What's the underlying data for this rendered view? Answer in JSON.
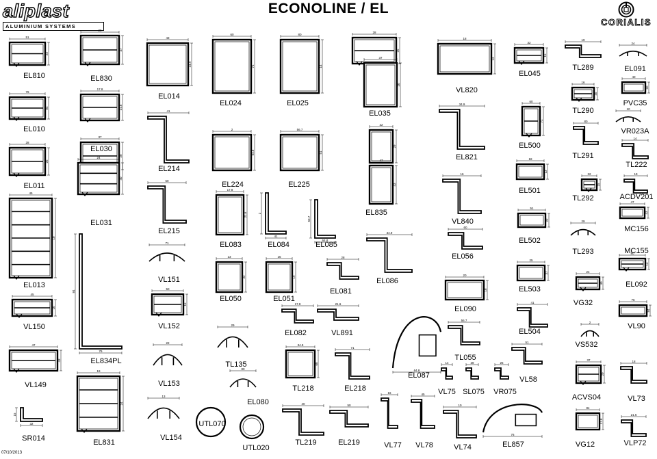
{
  "header": {
    "brand_left": "aliplast",
    "brand_left_sub": "ALUMINIUM SYSTEMS",
    "title": "ECONOLINE / EL",
    "brand_right": "CORIALIS"
  },
  "footer": {
    "date": "07/10/2013"
  },
  "parts": [
    "EL810",
    "EL830",
    "EL014",
    "EL024",
    "EL025",
    "EL035",
    "VL820",
    "EL045",
    "TL289",
    "EL091",
    "PVC35",
    "TL290",
    "VR023A",
    "EL010",
    "EL030",
    "EL214",
    "EL224",
    "EL225",
    "EL821",
    "EL500",
    "TL291",
    "TL222",
    "EL011",
    "EL501",
    "TL292",
    "ACDV201",
    "EL031",
    "EL215",
    "EL835",
    "VL840",
    "MC156",
    "EL083",
    "EL084",
    "EL085",
    "EL502",
    "TL293",
    "MC155",
    "EL056",
    "EL013",
    "VL151",
    "EL081",
    "EL086",
    "EL503",
    "EL092",
    "EL050",
    "EL051",
    "VG32",
    "EL090",
    "VL150",
    "VL152",
    "EL082",
    "VL891",
    "EL504",
    "VL90",
    "VS532",
    "TL055",
    "EL834PL",
    "TL135",
    "EL087",
    "VL149",
    "EL218",
    "TL218",
    "VL153",
    "VL75",
    "SL075",
    "VR075",
    "VL58",
    "ACVS04",
    "VL73",
    "EL080",
    "UTL070",
    "SR014",
    "EL831",
    "VL154",
    "UTL020",
    "TL219",
    "EL219",
    "VL77",
    "VL78",
    "VL74",
    "EL857",
    "VG12",
    "VLP72"
  ],
  "dimension_values": [
    "51",
    "22",
    "29",
    "47",
    "43",
    "34.9",
    "60",
    "71",
    "80",
    "14",
    "28",
    "25",
    "37",
    "20",
    "18",
    "13",
    "32",
    "15",
    "19",
    "24",
    "40",
    "50",
    "16",
    "45",
    "10",
    "76",
    "84",
    "17.8",
    "21.6",
    "41",
    "2",
    "64.8",
    "56.7"
  ]
}
